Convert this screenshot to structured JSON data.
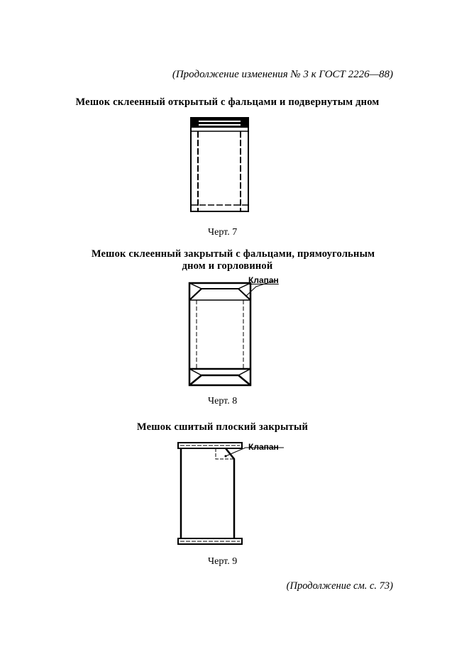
{
  "header": {
    "continuation": "(Продолжение изменения № 3 к ГОСТ 2226—88)"
  },
  "figures": [
    {
      "title": "Мешок склеенный открытый с фальцами и подвернутым дном",
      "caption": "Черт. 7"
    },
    {
      "title_line1": "Мешок склеенный закрытый с фальцами,  прямоугольным",
      "title_line2": "дном и горловиной",
      "caption": "Черт. 8",
      "callout": "Клапан"
    },
    {
      "title": "Мешок сшитый плоский закрытый",
      "caption": "Черт. 9",
      "callout": "Клапан"
    }
  ],
  "footer": {
    "continuation": "(Продолжение см. с. 73)"
  }
}
